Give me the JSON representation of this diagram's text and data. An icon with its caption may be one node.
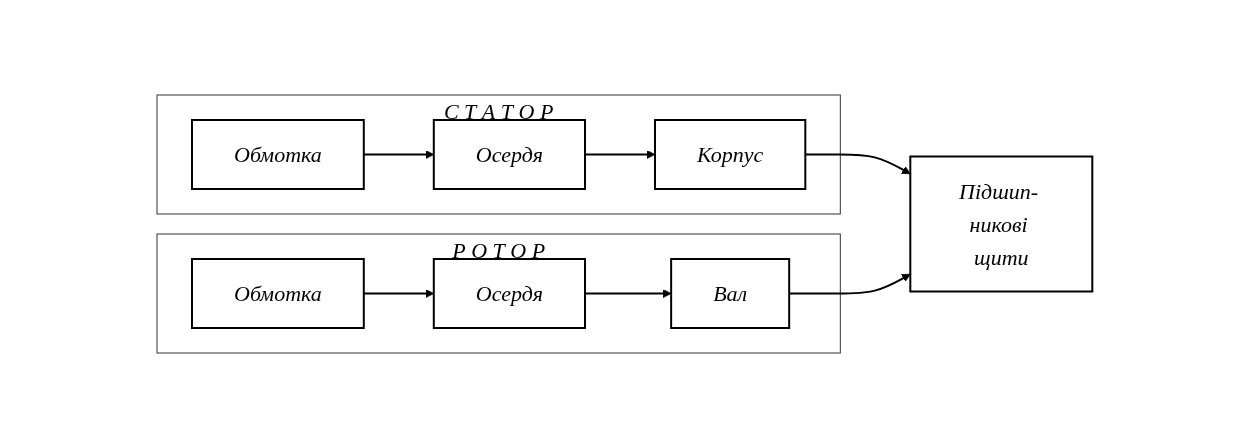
{
  "diagram": {
    "nodes": [
      {
        "text": [
          "С Т А Т О Р"
        ]
      },
      {
        "text": [
          "Обмотка"
        ],
        "in": 0
      },
      {
        "text": [
          "Осердя"
        ],
        "in": 0
      },
      {
        "text": [
          "Корпус"
        ],
        "in": 0
      },
      {
        "text": [
          "Р О Т О Р"
        ]
      },
      {
        "text": [
          "Обмотка"
        ],
        "in": 4
      },
      {
        "text": [
          "Осердя"
        ],
        "in": 4
      },
      {
        "text": [
          "Вал"
        ],
        "in": 4
      },
      {
        "text": [
          "Підшип- никові щити"
        ]
      }
    ],
    "edges": [
      {
        "from": 1,
        "to": 2,
        "arrow": "to"
      },
      {
        "from": 2,
        "to": 3,
        "arrow": "to"
      },
      {
        "from": 3,
        "to": 8,
        "arrow": "to"
      },
      {
        "from": 5,
        "to": 6,
        "arrow": "to"
      },
      {
        "from": 6,
        "to": 7,
        "arrow": "to"
      },
      {
        "from": 7,
        "to": 8,
        "arrow": "to"
      }
    ]
  }
}
